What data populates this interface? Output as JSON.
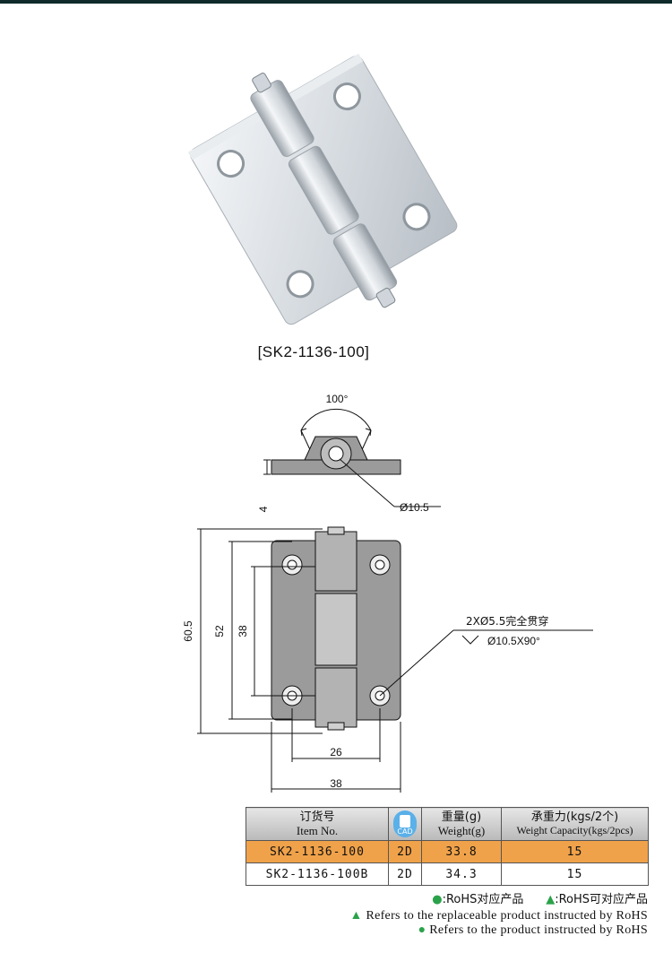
{
  "product": {
    "model_caption": "[SK2-1136-100]"
  },
  "drawing": {
    "angle_label": "100°",
    "thickness_label": "4",
    "pin_diameter_label": "Ø10.5",
    "hole_note_line1": "2XØ5.5完全贯穿",
    "hole_note_line2": "Ø10.5X90°",
    "height_total": "60.5",
    "hole_pitch_vertical": "52",
    "knuckle_length": "38",
    "hole_pitch_horizontal": "26",
    "width_total": "38"
  },
  "spec_table": {
    "headers": {
      "item_cn": "订货号",
      "item_en": "Item No.",
      "cad": "CAD",
      "weight_cn": "重量(g)",
      "weight_en": "Weight(g)",
      "capacity_cn": "承重力(kgs/2个)",
      "capacity_en": "Weight Capacity(kgs/2pcs)"
    },
    "rows": [
      {
        "item": "SK2-1136-100",
        "cad": "2D",
        "weight": "33.8",
        "capacity": "15"
      },
      {
        "item": "SK2-1136-100B",
        "cad": "2D",
        "weight": "34.3",
        "capacity": "15"
      }
    ]
  },
  "legend": {
    "circle_cn": ":RoHS对应产品",
    "triangle_cn": ":RoHS可对应产品",
    "triangle_en": "Refers to the replaceable product instructed by RoHS",
    "circle_en": "Refers to the product instructed by RoHS",
    "circle_symbol": "●",
    "triangle_symbol": "▲",
    "symbol_color": "#2aa24a",
    "highlight_row_color": "#f0a24a"
  }
}
